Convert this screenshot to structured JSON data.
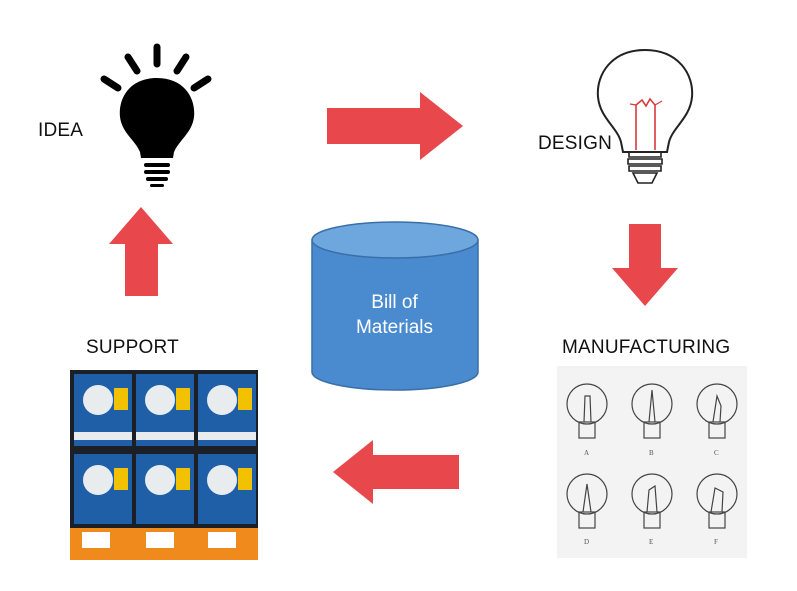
{
  "labels": {
    "idea": "IDEA",
    "design": "DESIGN",
    "support": "SUPPORT",
    "manufacturing": "MANUFACTURING"
  },
  "database": {
    "line1": "Bill of",
    "line2": "Materials",
    "fill_color": "#4a8bd0"
  },
  "arrow_color": "#e8474b",
  "sketch_tags": [
    "A",
    "B",
    "C",
    "D",
    "E",
    "F"
  ]
}
